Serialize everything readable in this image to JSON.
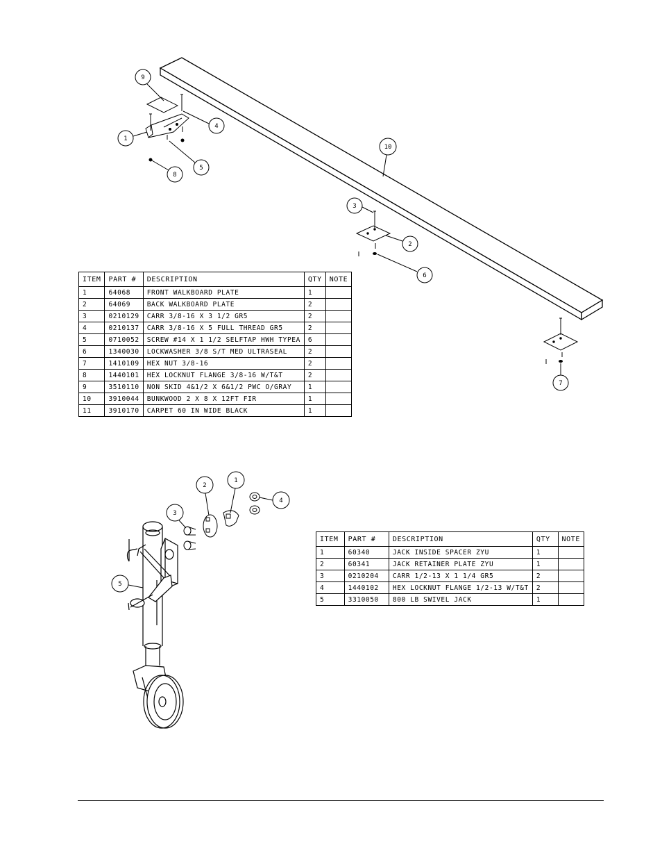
{
  "diagram1": {
    "callouts": [
      "9",
      "4",
      "1",
      "5",
      "8",
      "10",
      "3",
      "2",
      "6",
      "7"
    ]
  },
  "table1": {
    "headers": [
      "ITEM",
      "PART #",
      "DESCRIPTION",
      "QTY",
      "NOTE"
    ],
    "rows": [
      [
        "1",
        "64068",
        "FRONT WALKBOARD PLATE",
        "1",
        ""
      ],
      [
        "2",
        "64069",
        "BACK WALKBOARD PLATE",
        "2",
        ""
      ],
      [
        "3",
        "0210129",
        "CARR 3/8-16 X 3 1/2 GR5",
        "2",
        ""
      ],
      [
        "4",
        "0210137",
        "CARR 3/8-16 X 5 FULL THREAD GR5",
        "2",
        ""
      ],
      [
        "5",
        "0710052",
        "SCREW #14 X 1 1/2 SELFTAP HWH TYPEA",
        "6",
        ""
      ],
      [
        "6",
        "1340030",
        "LOCKWASHER 3/8 S/T MED ULTRASEAL",
        "2",
        ""
      ],
      [
        "7",
        "1410109",
        "HEX NUT 3/8-16",
        "2",
        ""
      ],
      [
        "8",
        "1440101",
        "HEX LOCKNUT FLANGE 3/8-16 W/T&T",
        "2",
        ""
      ],
      [
        "9",
        "3510110",
        "NON SKID 4&1/2 X 6&1/2 PWC O/GRAY",
        "1",
        ""
      ],
      [
        "10",
        "3910044",
        "BUNKWOOD   2 X 8 X 12FT FIR",
        "1",
        ""
      ],
      [
        "11",
        "3910170",
        "CARPET 60 IN WIDE BLACK",
        "1",
        ""
      ]
    ]
  },
  "diagram2": {
    "callouts": [
      "2",
      "1",
      "3",
      "4",
      "5"
    ]
  },
  "table2": {
    "headers": [
      "ITEM",
      "PART #",
      "DESCRIPTION",
      "QTY",
      "NOTE"
    ],
    "rows": [
      [
        "1",
        "60340",
        "JACK INSIDE SPACER ZYU",
        "1",
        ""
      ],
      [
        "2",
        "60341",
        "JACK RETAINER PLATE ZYU",
        "1",
        ""
      ],
      [
        "3",
        "0210204",
        "CARR 1/2-13 X 1 1/4 GR5",
        "2",
        ""
      ],
      [
        "4",
        "1440102",
        "HEX LOCKNUT FLANGE 1/2-13 W/T&T",
        "2",
        ""
      ],
      [
        "5",
        "3310050",
        "800 LB SWIVEL JACK",
        "1",
        ""
      ]
    ]
  }
}
